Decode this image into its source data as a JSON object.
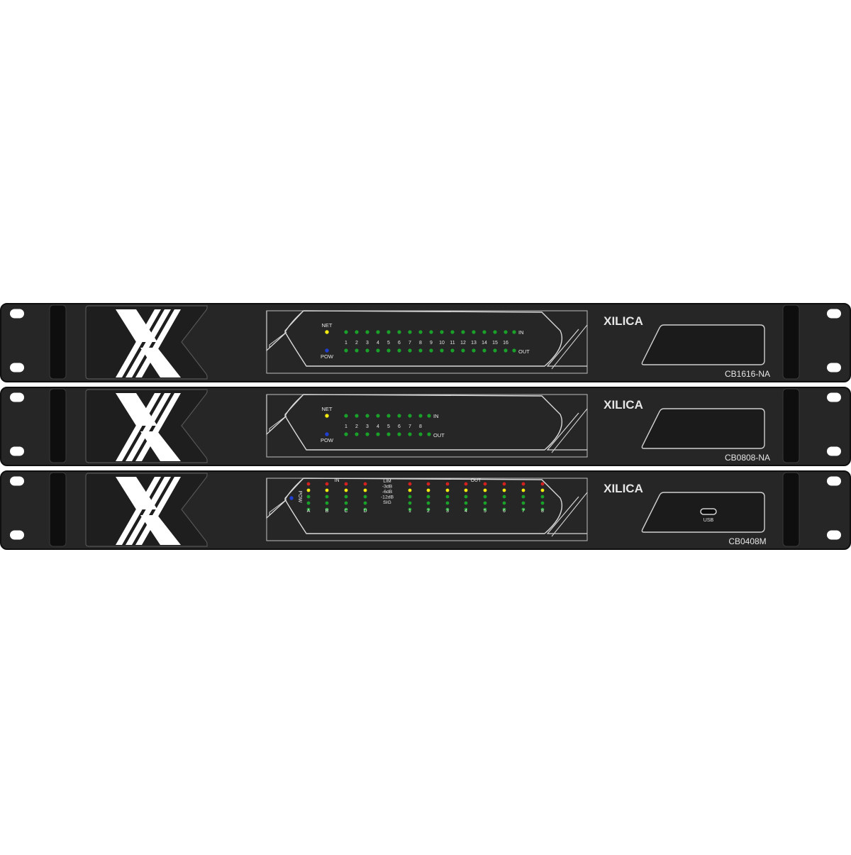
{
  "brand": "XILICA",
  "colors": {
    "chassis": "#262626",
    "chassis_edge": "#0f0f0f",
    "panel_line": "#d8d8d8",
    "label_text": "#e6e6e6",
    "led_green": "#1aa12a",
    "led_yellow": "#f2ea10",
    "led_red": "#d62020",
    "led_blue": "#1f3fd0"
  },
  "units": [
    {
      "model": "CB1616-NA",
      "type": "network",
      "net_label": "NET",
      "net_led": "yellow",
      "pow_label": "POW",
      "pow_led": "blue",
      "in_label": "IN",
      "out_label": "OUT",
      "channels": [
        "1",
        "2",
        "3",
        "4",
        "5",
        "6",
        "7",
        "8",
        "9",
        "10",
        "11",
        "12",
        "13",
        "14",
        "15",
        "16"
      ],
      "in_leds": "green",
      "out_leds": "green"
    },
    {
      "model": "CB0808-NA",
      "type": "network",
      "net_label": "NET",
      "net_led": "yellow",
      "pow_label": "POW",
      "pow_led": "blue",
      "in_label": "IN",
      "out_label": "OUT",
      "channels": [
        "1",
        "2",
        "3",
        "4",
        "5",
        "6",
        "7",
        "8"
      ],
      "in_leds": "green",
      "out_leds": "green"
    },
    {
      "model": "CB0408M",
      "type": "meter",
      "pow_label": "POW",
      "pow_led": "blue",
      "in_label": "IN",
      "out_label": "OUT",
      "inputs": [
        "A",
        "B",
        "C",
        "D"
      ],
      "outputs": [
        "1",
        "2",
        "3",
        "4",
        "5",
        "6",
        "7",
        "8"
      ],
      "meter_levels": [
        "LIM",
        "-3dB",
        "-6dB",
        "-12dB",
        "SIG"
      ],
      "meter_colors": [
        "red",
        "yellow",
        "green",
        "green",
        "green"
      ],
      "usb_label": "USB",
      "usb_icon": "usb-c-port-icon"
    }
  ]
}
